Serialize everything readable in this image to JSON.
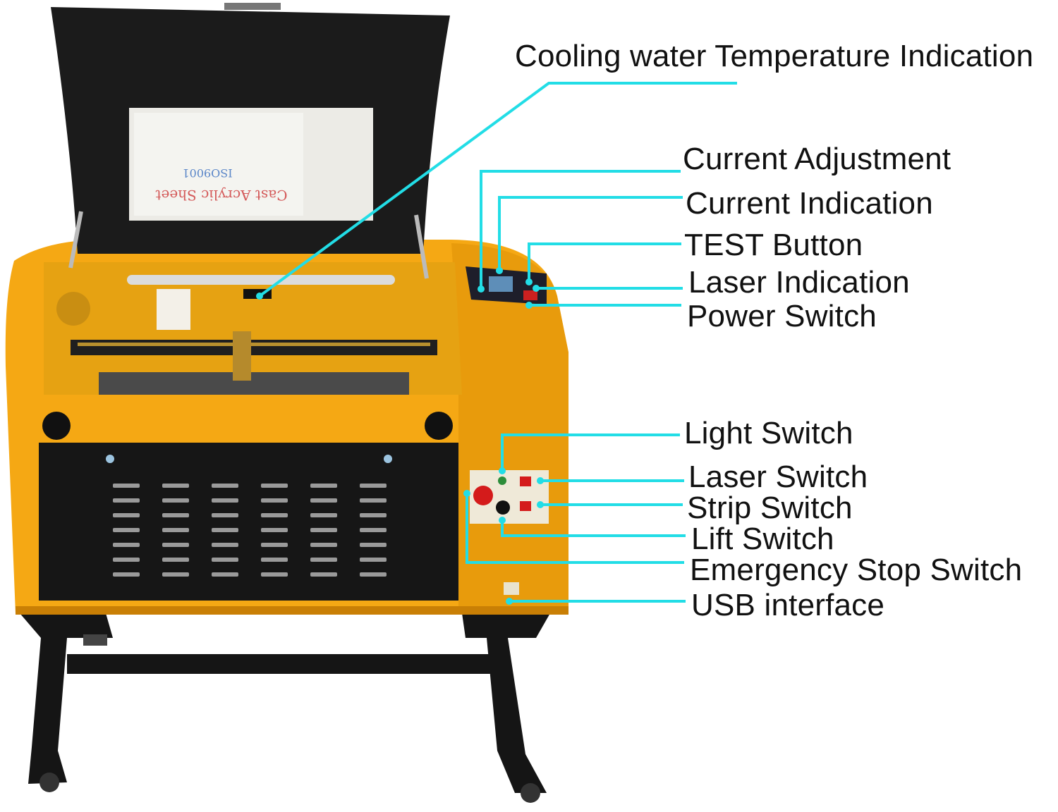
{
  "colors": {
    "leader": "#22dde6",
    "body": "#f5a814",
    "bodyDark": "#c97f05",
    "panel": "#161616",
    "lid": "#1b1b1b",
    "label": "#111111"
  },
  "labels": {
    "cooling_water": "Cooling water Temperature Indication",
    "current_adjustment": "Current Adjustment",
    "current_indication": "Current Indication",
    "test_button": "TEST Button",
    "laser_indication": "Laser Indication",
    "power_switch": "Power Switch",
    "light_switch": "Light Switch",
    "laser_switch": "Laser Switch",
    "strip_switch": "Strip Switch",
    "lift_switch": "Lift Switch",
    "emergency_stop": "Emergency Stop Switch",
    "usb_interface": "USB interface"
  },
  "sheet": {
    "line1": "Cast Acrylic Sheet",
    "line2": "ISO9001"
  }
}
